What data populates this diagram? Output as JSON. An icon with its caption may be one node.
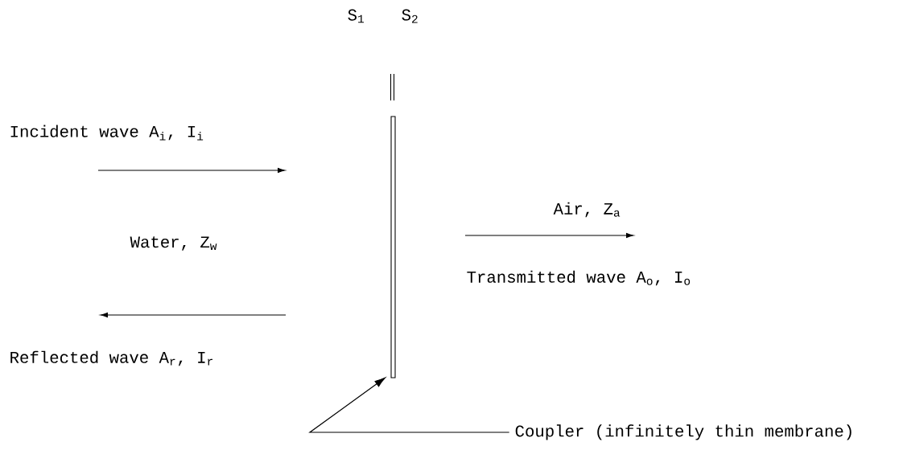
{
  "diagram": {
    "nodes": [
      {
        "text": [],
        "shape": "bar"
      },
      {
        "text": [
          "Coupler (infinitely thin membrane)"
        ]
      }
    ],
    "edges": [
      {
        "from": 1,
        "to": 0,
        "arrow": "to"
      }
    ],
    "labels": [
      "S$_{1}$",
      "S$_{2}$",
      "Incident wave A$_{i}$, I$_{i}$",
      "Water, Z$_{w}$",
      "Reflected wave A$_{r}$, I$_{r}$",
      "Air, Z$_{a}$",
      "Transmitted wave A$_{o}$, I$_{o}$"
    ]
  }
}
